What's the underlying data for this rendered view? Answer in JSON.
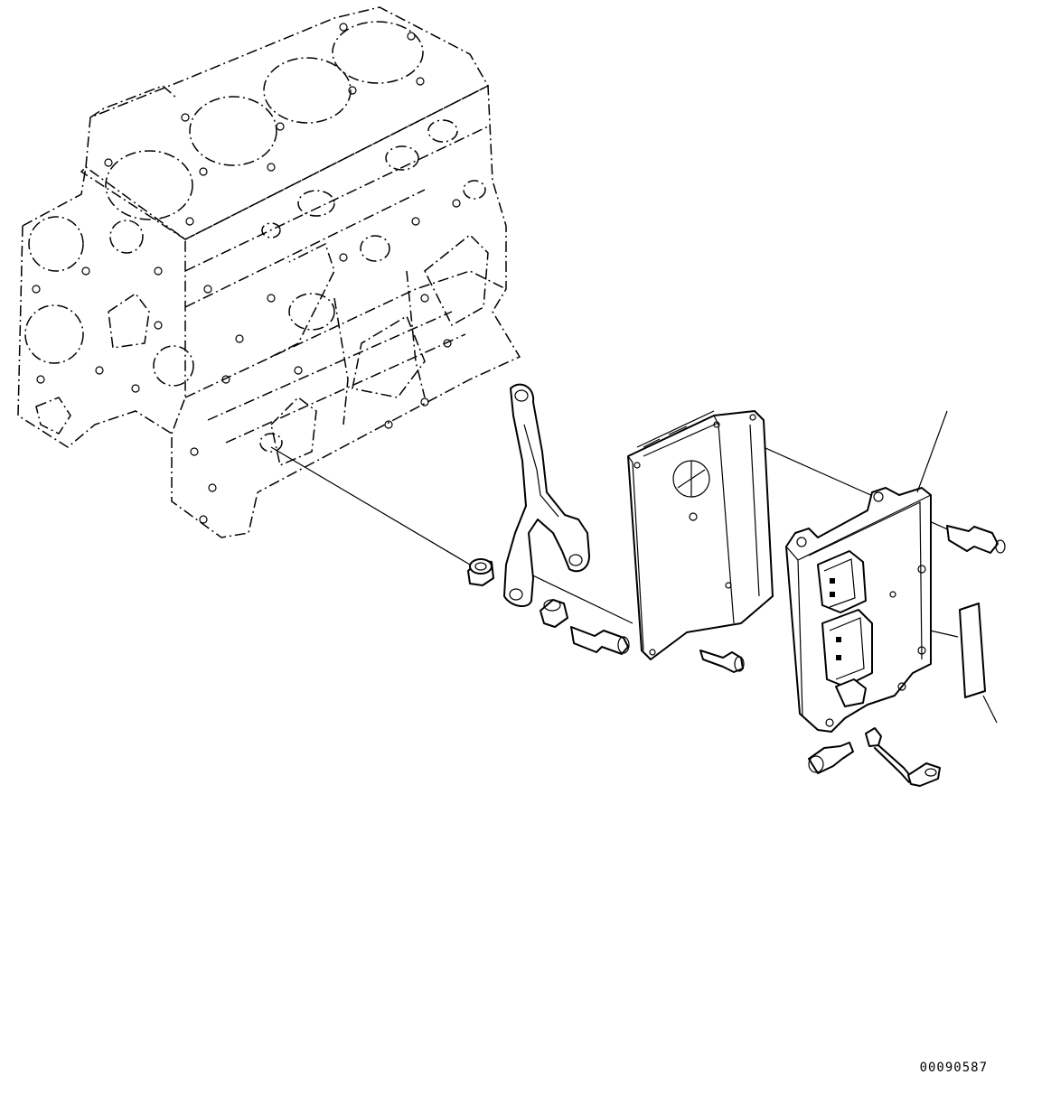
{
  "drawing": {
    "number": "00090587"
  },
  "parts": [
    {
      "id": "cylinder-block",
      "label": "",
      "icon": "engine-block-icon"
    },
    {
      "id": "spacer-collar",
      "label": "",
      "icon": "collar-icon"
    },
    {
      "id": "bracket-arm",
      "label": "",
      "icon": "bracket-icon"
    },
    {
      "id": "mounting-plate",
      "label": "",
      "icon": "plate-icon"
    },
    {
      "id": "ecu-controller",
      "label": "",
      "icon": "controller-icon"
    },
    {
      "id": "label-plate",
      "label": "",
      "icon": "label-icon"
    },
    {
      "id": "bolts",
      "label": "",
      "icon": "bolt-icon"
    },
    {
      "id": "ground-wire",
      "label": "",
      "icon": "wire-icon"
    }
  ]
}
